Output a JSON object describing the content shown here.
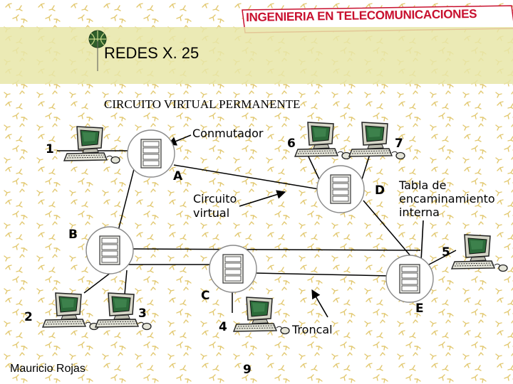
{
  "header": {
    "banner_text": "INGENIERIA EN TELECOMUNICACIONES",
    "title": "REDES X. 25",
    "subtitle": "CIRCUITO VIRTUAL PERMANENTE"
  },
  "labels": {
    "conmutador": "Conmutador",
    "circuito_line1": "Circuito",
    "circuito_line2": "virtual",
    "tabla_line1": "Tabla de",
    "tabla_line2": "encaminamiento",
    "tabla_line3": "interna",
    "troncal": "Troncal"
  },
  "nodes": {
    "A": "A",
    "B": "B",
    "C": "C",
    "D": "D",
    "E": "E"
  },
  "terminals": {
    "t1": "1",
    "t2": "2",
    "t3": "3",
    "t4": "4",
    "t5": "5",
    "t6": "6",
    "t7": "7",
    "t9": "9"
  },
  "footer": {
    "author": "Mauricio Rojas"
  },
  "colors": {
    "banner_bg": "#ffffff",
    "banner_text": "#c8102e",
    "title_bar": "#e8e6a8",
    "pattern": "#e2c870",
    "node_fill": "#ffffff",
    "terminal_body": "#d4d4c8",
    "terminal_screen": "#2c6b3a"
  }
}
